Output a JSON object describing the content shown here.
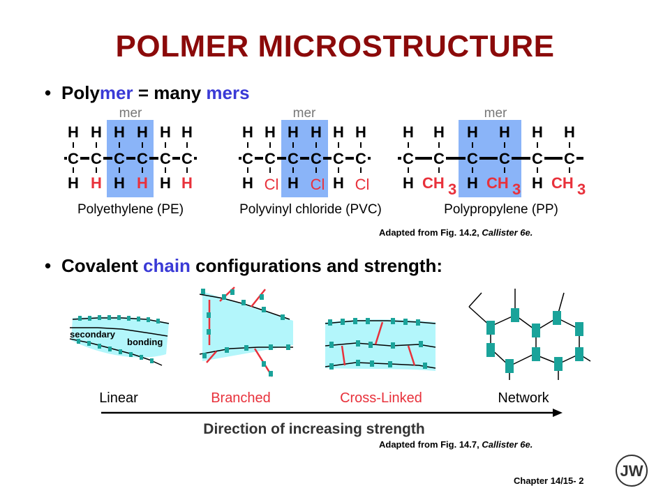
{
  "title": "POLMER MICROSTRUCTURE",
  "bullet1": {
    "part1": "Poly",
    "part2": "mer",
    "part3": " = many ",
    "part4": "mers"
  },
  "bullet2": {
    "part1": "Covalent ",
    "part2": "chain",
    "part3": " configurations and strength:"
  },
  "mer_label": "mer",
  "polymers": [
    {
      "name": "Polyethylene (PE)"
    },
    {
      "name": "Polyvinyl chloride (PVC)"
    },
    {
      "name": "Polypropylene (PP)"
    }
  ],
  "atoms": {
    "H": "H",
    "C": "C",
    "Cl": "Cl",
    "CH3_main": "CH",
    "CH3_sub": "3"
  },
  "caption1": {
    "text": "Adapted from Fig. 14.2, ",
    "italic": "Callister 6e."
  },
  "configurations": [
    "Linear",
    "Branched",
    "Cross-Linked",
    "Network"
  ],
  "linear_labels": {
    "secondary": "secondary",
    "bonding": "bonding"
  },
  "arrow_label": "Direction of increasing strength",
  "caption2": {
    "text": "Adapted from Fig. 14.7, ",
    "italic": "Callister 6e."
  },
  "footer": "Chapter 14/15- 2",
  "logo": "JW",
  "colors": {
    "title": "#8b0a0a",
    "accent_blue": "#3a3ad6",
    "red": "#e8313b",
    "highlight": "#8ab4f8",
    "cyan": "#b3f6fb",
    "teal": "#1aa39a"
  }
}
